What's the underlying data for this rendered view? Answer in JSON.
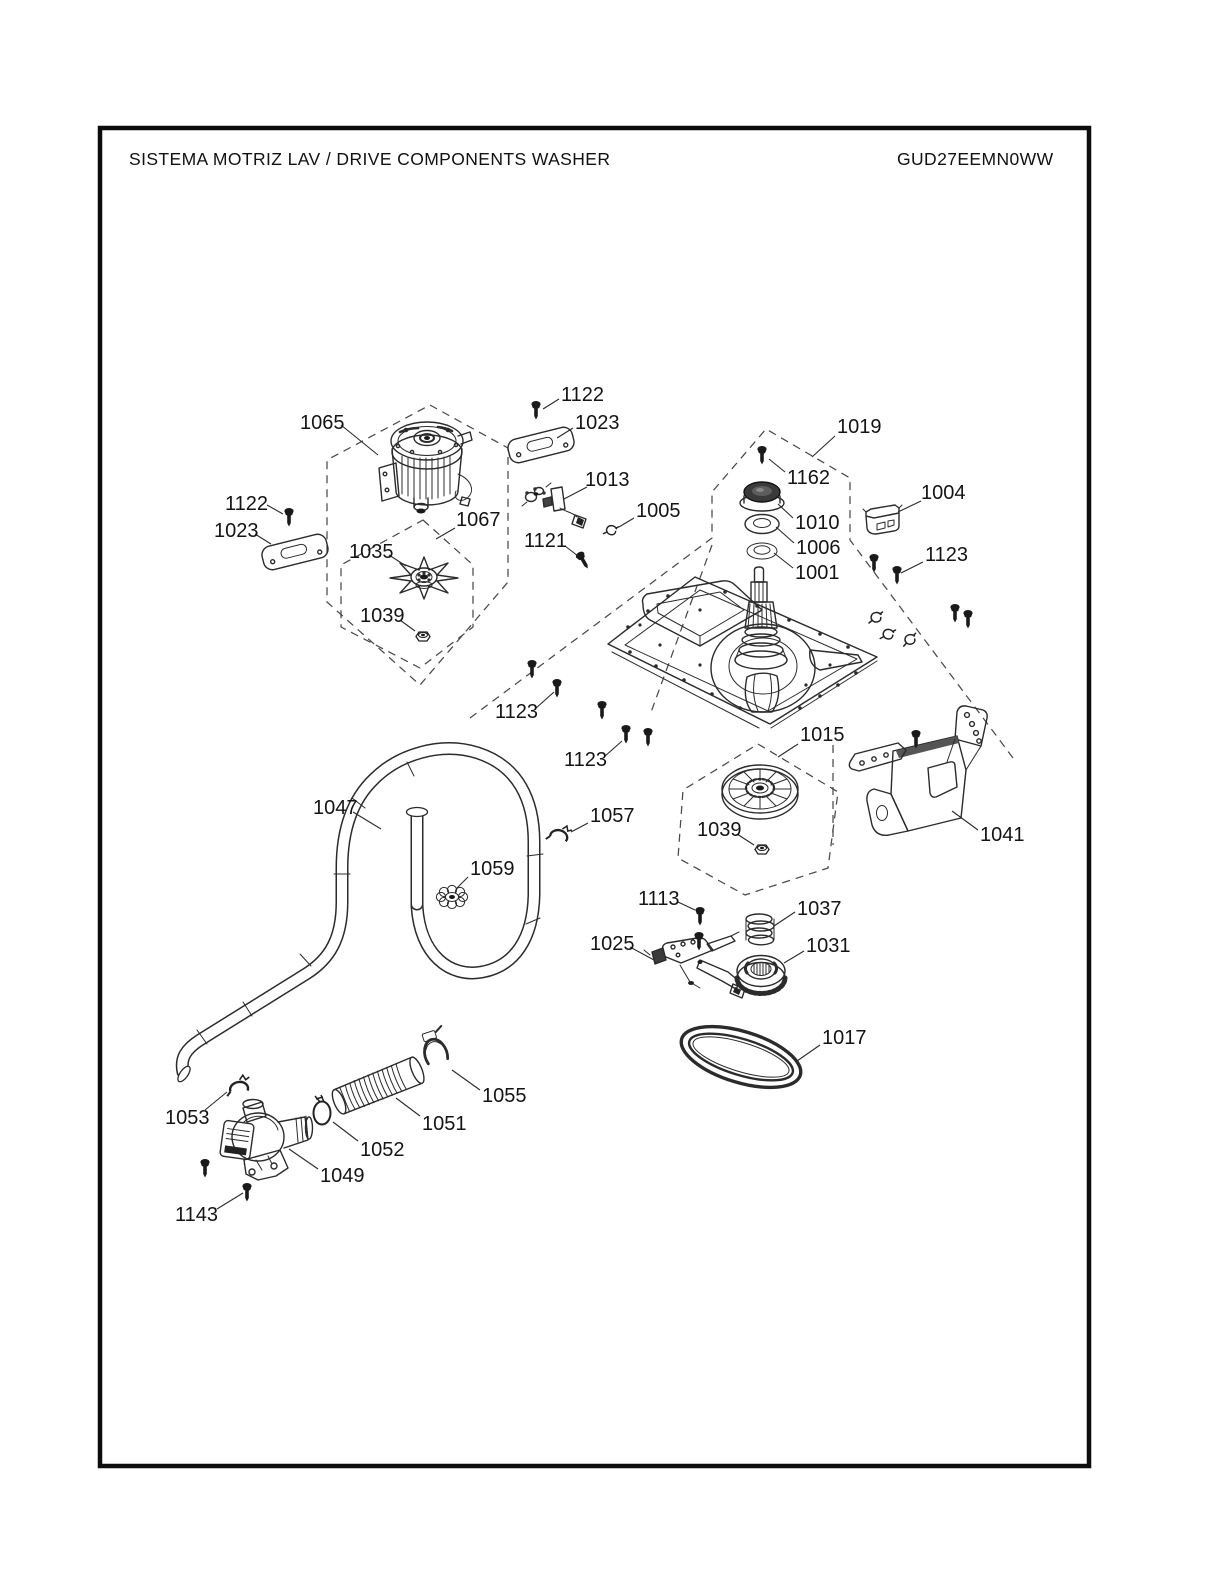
{
  "page": {
    "title": "SISTEMA MOTRIZ LAV / DRIVE COMPONENTS WASHER",
    "model": "GUD27EEMN0WW"
  },
  "callouts": [
    {
      "text": "1065"
    },
    {
      "text": "1122"
    },
    {
      "text": "1023"
    },
    {
      "text": "1013"
    },
    {
      "text": "1019"
    },
    {
      "text": "1122"
    },
    {
      "text": "1023"
    },
    {
      "text": "1067"
    },
    {
      "text": "1005"
    },
    {
      "text": "1162"
    },
    {
      "text": "1004"
    },
    {
      "text": "1035"
    },
    {
      "text": "1121"
    },
    {
      "text": "1010"
    },
    {
      "text": "1006"
    },
    {
      "text": "1123"
    },
    {
      "text": "1039"
    },
    {
      "text": "1001"
    },
    {
      "text": "1123"
    },
    {
      "text": "1015"
    },
    {
      "text": "1123"
    },
    {
      "text": "1047"
    },
    {
      "text": "1057"
    },
    {
      "text": "1041"
    },
    {
      "text": "1039"
    },
    {
      "text": "1059"
    },
    {
      "text": "1113"
    },
    {
      "text": "1037"
    },
    {
      "text": "1025"
    },
    {
      "text": "1031"
    },
    {
      "text": "1017"
    },
    {
      "text": "1055"
    },
    {
      "text": "1053"
    },
    {
      "text": "1051"
    },
    {
      "text": "1052"
    },
    {
      "text": "1049"
    },
    {
      "text": "1143"
    }
  ]
}
